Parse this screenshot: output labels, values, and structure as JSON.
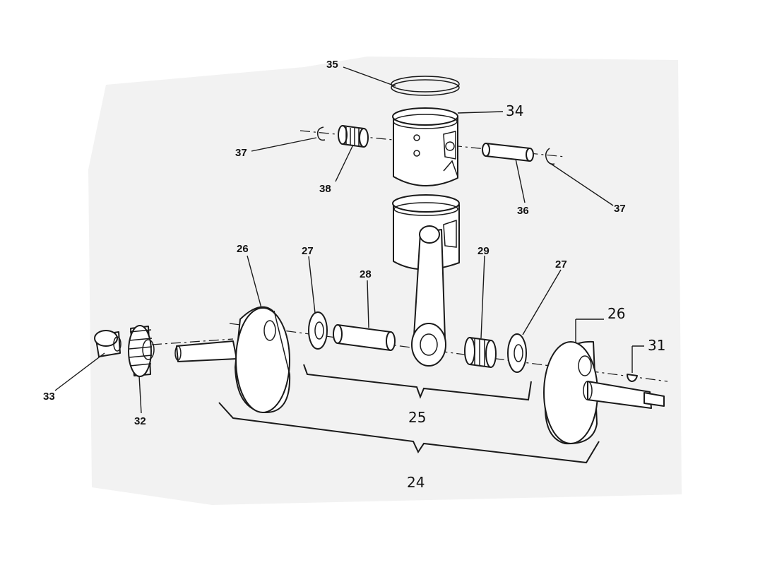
{
  "labels": {
    "l24": "24",
    "l25": "25",
    "l26a": "26",
    "l26b": "26",
    "l27a": "27",
    "l27b": "27",
    "l28": "28",
    "l29": "29",
    "l31": "31",
    "l32": "32",
    "l33": "33",
    "l34": "34",
    "l35": "35",
    "l36": "36",
    "l37a": "37",
    "l37b": "37",
    "l38": "38"
  },
  "colors": {
    "line": "#1a1a1a",
    "background_panel": "#f2f2f2"
  }
}
